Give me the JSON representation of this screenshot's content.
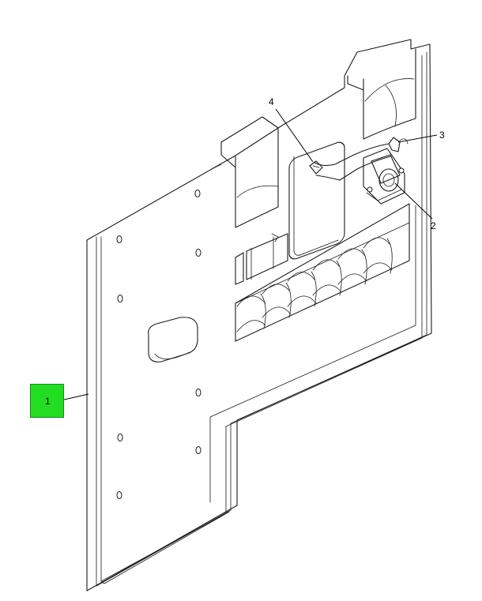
{
  "callouts": [
    {
      "id": "1",
      "label": "1",
      "highlighted": true
    },
    {
      "id": "2",
      "label": "2"
    },
    {
      "id": "3",
      "label": "3"
    },
    {
      "id": "4",
      "label": "4"
    }
  ],
  "colors": {
    "highlight": "#22dd22",
    "line": "#1a1a1a"
  }
}
